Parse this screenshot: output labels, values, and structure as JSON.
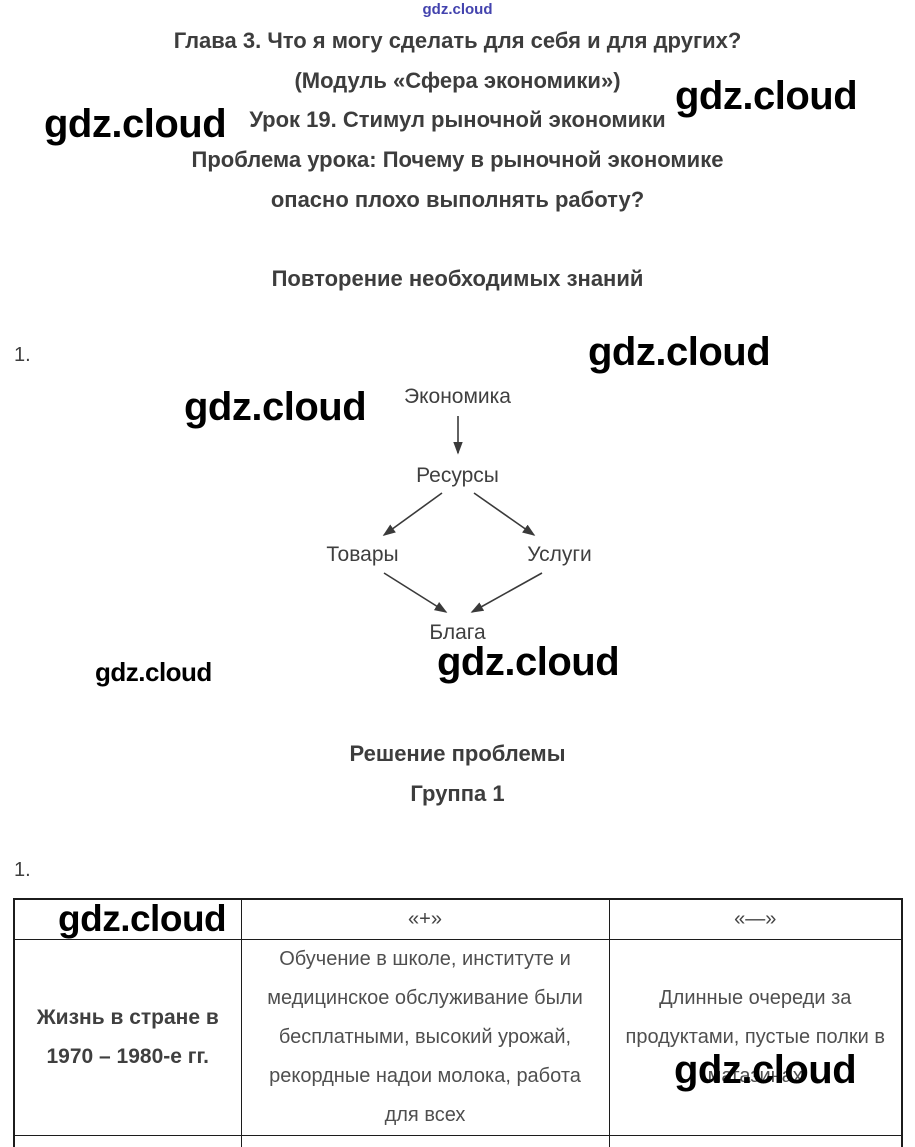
{
  "watermark": {
    "text": "gdz.cloud"
  },
  "header": {
    "chapter": "Глава 3. Что я могу сделать для себя и для других?",
    "module": "(Модуль «Сфера экономики»)",
    "lesson": "Урок 19. Стимул рыночной экономики",
    "problem1": "Проблема урока: Почему в рыночной экономике",
    "problem2": "опасно плохо выполнять работу?"
  },
  "repetition": {
    "title": "Повторение необходимых знаний",
    "item": "1."
  },
  "diagram": {
    "nodes": {
      "economics": "Экономика",
      "resources": "Ресурсы",
      "goods": "Товары",
      "services": "Услуги",
      "benefits": "Блага"
    }
  },
  "solution": {
    "title": "Решение проблемы",
    "group": "Группа 1",
    "item": "1."
  },
  "table": {
    "headers": [
      "",
      "«+»",
      "«—»"
    ],
    "rows": [
      {
        "label": "Жизнь в стране в 1970 – 1980-е гг.",
        "plus": "Обучение в школе, институте и медицинское обслуживание были бесплатными, высокий урожай, рекордные надои молока, работа для всех",
        "minus": "Длинные очереди за продуктами, пустые полки в магазинах"
      }
    ]
  }
}
